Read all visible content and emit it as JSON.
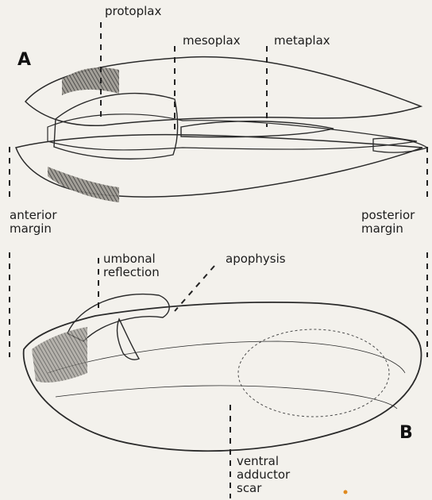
{
  "panels": {
    "a": "A",
    "b": "B"
  },
  "labels": {
    "protoplax": "protoplax",
    "mesoplax": "mesoplax",
    "metaplax": "metaplax",
    "anterior_margin": [
      "anterior",
      "margin"
    ],
    "posterior_margin": [
      "posterior",
      "margin"
    ],
    "umbonal_reflection": [
      "umbonal",
      "reflection"
    ],
    "apophysis": "apophysis",
    "ventral_adductor_scar": [
      "ventral",
      "adductor",
      "scar"
    ]
  },
  "colors": {
    "paper": "#f3f1ec",
    "ink": "#2a2a2a",
    "shell_fill": "#d9d6ce"
  }
}
